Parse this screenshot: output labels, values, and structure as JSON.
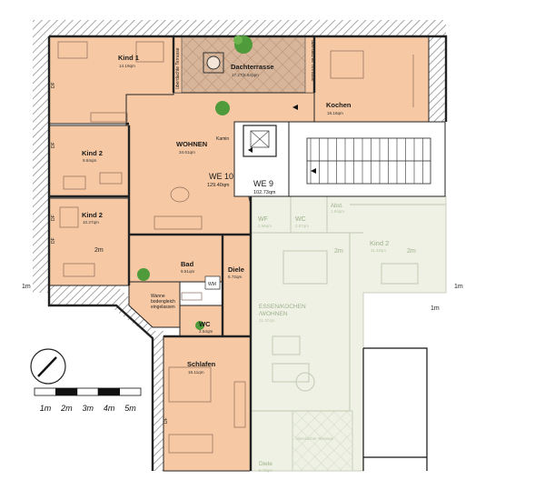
{
  "floor_plan": {
    "apartments": [
      {
        "id": "we10",
        "name": "WE 10",
        "area": "129.40qm"
      },
      {
        "id": "we9",
        "name": "WE 9",
        "area": "102.73qm"
      }
    ],
    "rooms": {
      "kind1": {
        "name": "Kind 1",
        "area": "14.19qm"
      },
      "dachterrasse": {
        "name": "Dachterrasse",
        "area": "17.27(8.64)qm"
      },
      "kochen": {
        "name": "Kochen",
        "area": "18.16qm"
      },
      "wohnen": {
        "name": "WOHNEN",
        "area": "34.61qm"
      },
      "kind2a": {
        "name": "Kind 2",
        "area": "9.84qm"
      },
      "kind2b": {
        "name": "Kind 2",
        "area": "10.27qm"
      },
      "bad": {
        "name": "Bad",
        "area": "9.51qm"
      },
      "diele": {
        "name": "Diele",
        "area": "5.72qm"
      },
      "wc": {
        "name": "WC",
        "area": "2.54qm"
      },
      "schlafen": {
        "name": "Schlafen",
        "area": "16.11qm"
      }
    },
    "labels": {
      "kamin": "Kamin",
      "wm": "WM",
      "wanne": "Wanne\nbodengleich\neingelassen",
      "terrace_vertical": "überdachte Terrasse",
      "height_2m": "2m",
      "height_1m_left": "1m",
      "height_1m_right": "1m",
      "height_1m_bottom": "1m",
      "df": "DF"
    },
    "ghost_labels": {
      "wf": "WF",
      "wf_area": "2.56qm",
      "wc": "WC",
      "wc_area": "2.87qm",
      "abst": "Abst.",
      "abst_area": "1.64qm",
      "kind2": "Kind 2",
      "kind2_area": "11.42qm",
      "twom_a": "2m",
      "twom_b": "2m",
      "essen_line1": "ESSEN/KOCHEN",
      "essen_line2": "/WOHNEN",
      "essen_area": "31.37qm",
      "terrasse": "überdachte Terrasse",
      "diele": "Diele",
      "diele_area": "5.76qm"
    },
    "scale_bar": {
      "ticks": [
        "1m",
        "2m",
        "3m",
        "4m",
        "5m"
      ]
    },
    "colors": {
      "room_fill": "#f6c9a4",
      "wall": "#222222",
      "roof_hatch": "#9a9a9a",
      "terrace_deck": "#c8a48a",
      "ghost_fill": "#eef1e4",
      "ghost_line": "#c9d0bc"
    },
    "icons": [
      "north-arrow-icon",
      "plant-icon",
      "stair-icon",
      "elevator-icon"
    ]
  }
}
